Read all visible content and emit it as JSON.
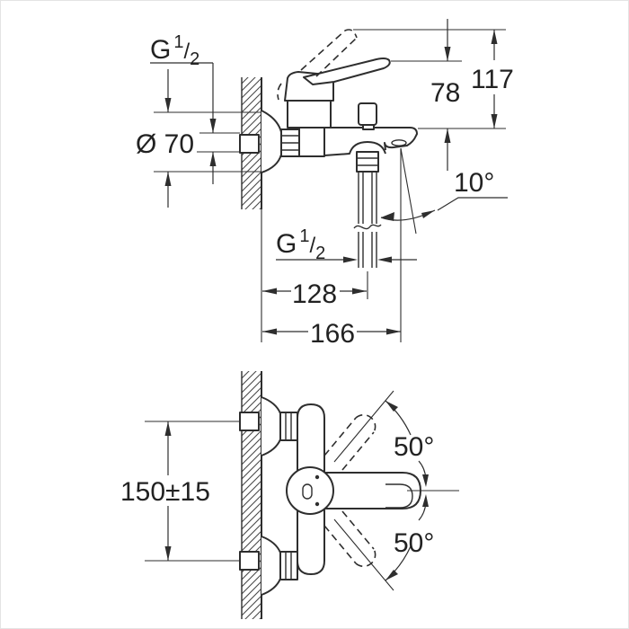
{
  "drawing": {
    "bg": "#ffffff",
    "ink": "#2e2e2e",
    "side_view": {
      "wall_thread_label": {
        "g": "G",
        "num": "1",
        "slash": "/",
        "den": "2"
      },
      "escutcheon_diameter_label": "Ø 70",
      "lever_height_label": "78",
      "overall_height_label": "117",
      "spout_angle_label": "10°",
      "shower_outlet_thread_label": {
        "g": "G",
        "num": "1",
        "slash": "/",
        "den": "2"
      },
      "outlet_distance_label": "128",
      "overall_projection_label": "166"
    },
    "front_view": {
      "inlet_spacing_label": "150±15",
      "handle_arc_top_label": "50°",
      "handle_arc_bottom_label": "50°"
    }
  }
}
